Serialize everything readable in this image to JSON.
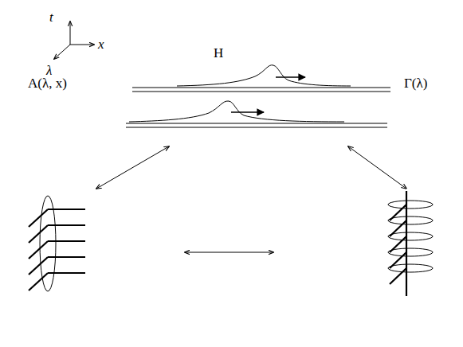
{
  "diagram": {
    "labels": [
      "t",
      "x",
      "H",
      "λ",
      "A(λ, x)",
      "Γ(λ)"
    ]
  }
}
